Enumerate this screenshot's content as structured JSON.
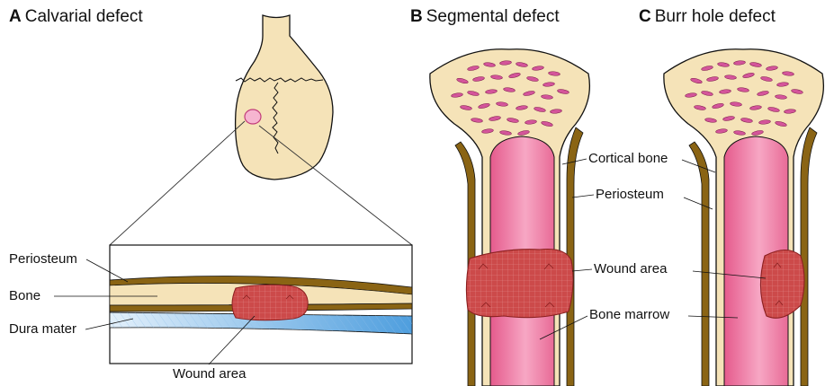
{
  "panels": {
    "a": {
      "letter": "A",
      "title": "Calvarial defect"
    },
    "b": {
      "letter": "B",
      "title": "Segmental defect"
    },
    "c": {
      "letter": "C",
      "title": "Burr hole defect"
    }
  },
  "labels": {
    "a_periosteum": "Periosteum",
    "a_bone": "Bone",
    "a_dura": "Dura mater",
    "a_wound": "Wound area",
    "b_cortical": "Cortical bone",
    "b_periosteum": "Periosteum",
    "b_wound": "Wound area",
    "b_marrow": "Bone marrow"
  },
  "colors": {
    "bone": "#f5e3b8",
    "periosteum": "#8a6414",
    "marrow": "#e55a8c",
    "wound": "#cc4a4a",
    "dura": "#5aa6e0",
    "pores": "#d4559a"
  }
}
